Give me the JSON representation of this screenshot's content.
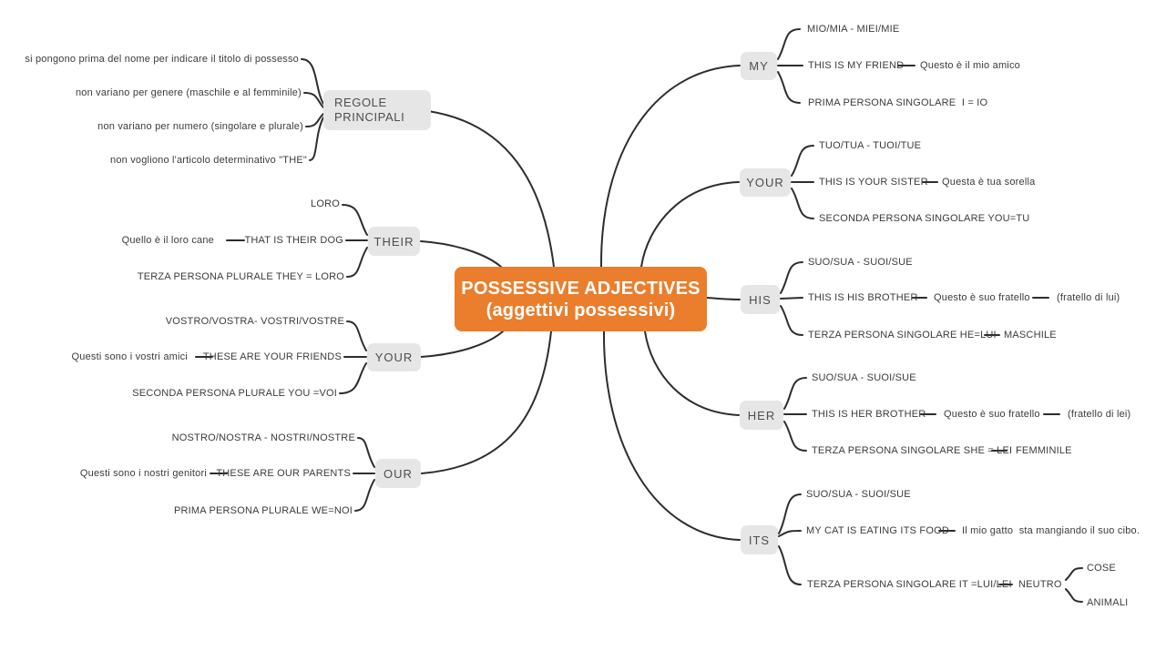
{
  "center": {
    "title": "POSSESSIVE ADJECTIVES",
    "subtitle": "(aggettivi possessivi)"
  },
  "colors": {
    "accent_orange": "#ea7e2c",
    "node_gray": "#e6e6e6",
    "node_text": "#4d4d4d",
    "connector": "#2d2d2d",
    "leaf_text": "#3b3b3b",
    "background": "#ffffff"
  },
  "left": {
    "regole": {
      "line1": "REGOLE",
      "line2": "PRINCIPALI",
      "leaves": [
        "si pongono prima del nome per indicare il titolo di possesso",
        "non variano per genere (maschile e al femminile)",
        "non variano per numero (singolare e plurale)",
        "non vogliono l'articolo determinativo \"THE\""
      ]
    },
    "their": {
      "label": "THEIR",
      "forms": "LORO",
      "example_it": "Quello è il loro cane",
      "example_en": "THAT IS THEIR DOG",
      "rule": "TERZA PERSONA PLURALE THEY = LORO"
    },
    "your": {
      "label": "YOUR",
      "forms": "VOSTRO/VOSTRA- VOSTRI/VOSTRE",
      "example_it": "Questi sono i vostri amici",
      "example_en": "THESE ARE YOUR FRIENDS",
      "rule": "SECONDA PERSONA PLURALE YOU =VOI"
    },
    "our": {
      "label": "OUR",
      "forms": "NOSTRO/NOSTRA - NOSTRI/NOSTRE",
      "example_it": "Questi sono i nostri genitori",
      "example_en": "THESE ARE OUR PARENTS",
      "rule": "PRIMA PERSONA PLURALE WE=NOI"
    }
  },
  "right": {
    "my": {
      "label": "MY",
      "forms": "MIO/MIA - MIEI/MIE",
      "example_en": "THIS IS MY FRIEND",
      "example_it": "Questo è il mio amico",
      "rule": "PRIMA PERSONA SINGOLARE  I = IO"
    },
    "your": {
      "label": "YOUR",
      "forms": "TUO/TUA - TUOI/TUE",
      "example_en": "THIS IS YOUR SISTER",
      "example_it": "Questa è tua sorella",
      "rule": "SECONDA PERSONA SINGOLARE YOU=TU"
    },
    "his": {
      "label": "HIS",
      "forms": "SUO/SUA - SUOI/SUE",
      "example_en": "THIS IS HIS BROTHER",
      "example_it": "Questo è suo fratello",
      "example_note": "(fratello di lui)",
      "rule": "TERZA PERSONA SINGOLARE HE=LUI",
      "rule_note": "MASCHILE"
    },
    "her": {
      "label": "HER",
      "forms": "SUO/SUA - SUOI/SUE",
      "example_en": "THIS IS HER BROTHER",
      "example_it": "Questo è suo fratello",
      "example_note": "(fratello di lei)",
      "rule": "TERZA PERSONA SINGOLARE SHE = LEI",
      "rule_note": "FEMMINILE"
    },
    "its": {
      "label": "ITS",
      "forms": "SUO/SUA - SUOI/SUE",
      "example_en": "MY CAT IS EATING ITS FOOD",
      "example_it": "Il mio gatto  sta mangiando il suo cibo.",
      "rule": "TERZA PERSONA SINGOLARE IT =LUI/LEI",
      "rule_note": "NEUTRO",
      "sub": [
        "COSE",
        "ANIMALI"
      ]
    }
  }
}
